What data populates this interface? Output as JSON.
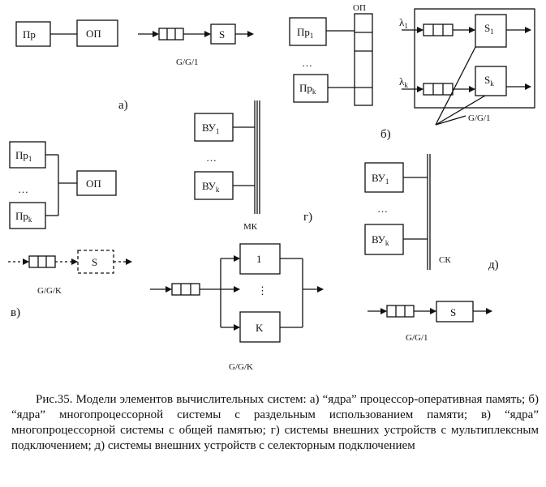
{
  "panels": {
    "a": {
      "part": "а)",
      "processor": "Пр",
      "memory": "ОП",
      "server": "S",
      "queue_model": "G/G/1"
    },
    "b": {
      "part": "б)",
      "memory": "ОП",
      "proc_first": "Пр",
      "proc_first_sub": "1",
      "proc_last": "Пр",
      "proc_last_sub": "k",
      "ellipsis": "…",
      "lambda_first": "λ",
      "lambda_first_sub": "1",
      "lambda_last": "λ",
      "lambda_last_sub": "k",
      "server_first": "S",
      "server_first_sub": "1",
      "server_last": "S",
      "server_last_sub": "k",
      "queue_model": "G/G/1"
    },
    "v": {
      "part": "в)",
      "proc_first": "Пр",
      "proc_first_sub": "1",
      "proc_last": "Пр",
      "proc_last_sub": "k",
      "ellipsis": "…",
      "memory": "ОП",
      "server": "S",
      "queue_model_left": "G/G/K",
      "channel_first": "1",
      "channel_last": "K",
      "queue_model_bottom": "G/G/K"
    },
    "g": {
      "part": "г)",
      "device_first": "ВУ",
      "device_first_sub": "1",
      "device_last": "ВУ",
      "device_last_sub": "k",
      "ellipsis": "…",
      "bus": "МК"
    },
    "d": {
      "part": "д)",
      "device_first": "ВУ",
      "device_first_sub": "1",
      "device_last": "ВУ",
      "device_last_sub": "k",
      "ellipsis": "…",
      "bus": "СК",
      "server": "S",
      "queue_model": "G/G/1"
    }
  },
  "caption": "Рис.35. Модели элементов вычислительных систем: а) “ядра” процессор-оперативная память; б) “ядра” многопроцессорной системы с раздельным использованием памяти; в) “ядра” многопроцессорной системы с общей памятью; г) системы внешних устройств с мультиплексным подключением; д) системы внешних устройств с селекторным подключением"
}
